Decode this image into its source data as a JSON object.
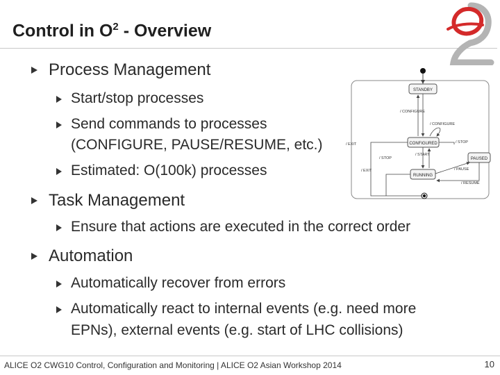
{
  "slide": {
    "title_prefix": "Control in O",
    "title_sup": "2",
    "title_suffix": " - Overview",
    "bullets": [
      {
        "text": "Process Management",
        "sub": [
          "Start/stop processes",
          "Send commands to processes",
          "(CONFIGURE, PAUSE/RESUME, etc.)",
          "Estimated: O(100k) processes"
        ]
      },
      {
        "text": "Task Management",
        "sub": [
          "Ensure that actions are executed in the correct order"
        ]
      },
      {
        "text": "Automation",
        "sub": [
          "Automatically recover from errors",
          "Automatically react to internal events (e.g. need more",
          "EPNs), external events (e.g. start of LHC collisions)"
        ]
      }
    ],
    "diagram": {
      "states": [
        "STANDBY",
        "CONFIGURED",
        "RUNNING",
        "PAUSED"
      ],
      "transitions": [
        "/ CONFIGURE",
        "/ CONFIGURE",
        "/ EXIT",
        "/ START",
        "/ STOP",
        "/ STOP",
        "/ EXIT",
        "/ PAUSE",
        "/ RESUME"
      ]
    },
    "footer": "ALICE O2 CWG10 Control, Configuration and Monitoring | ALICE O2 Asian Workshop 2014",
    "page_number": "10",
    "colors": {
      "logo_red": "#d42a2a",
      "logo_gray": "#9a9a9a",
      "text": "#2a2a2a"
    }
  }
}
